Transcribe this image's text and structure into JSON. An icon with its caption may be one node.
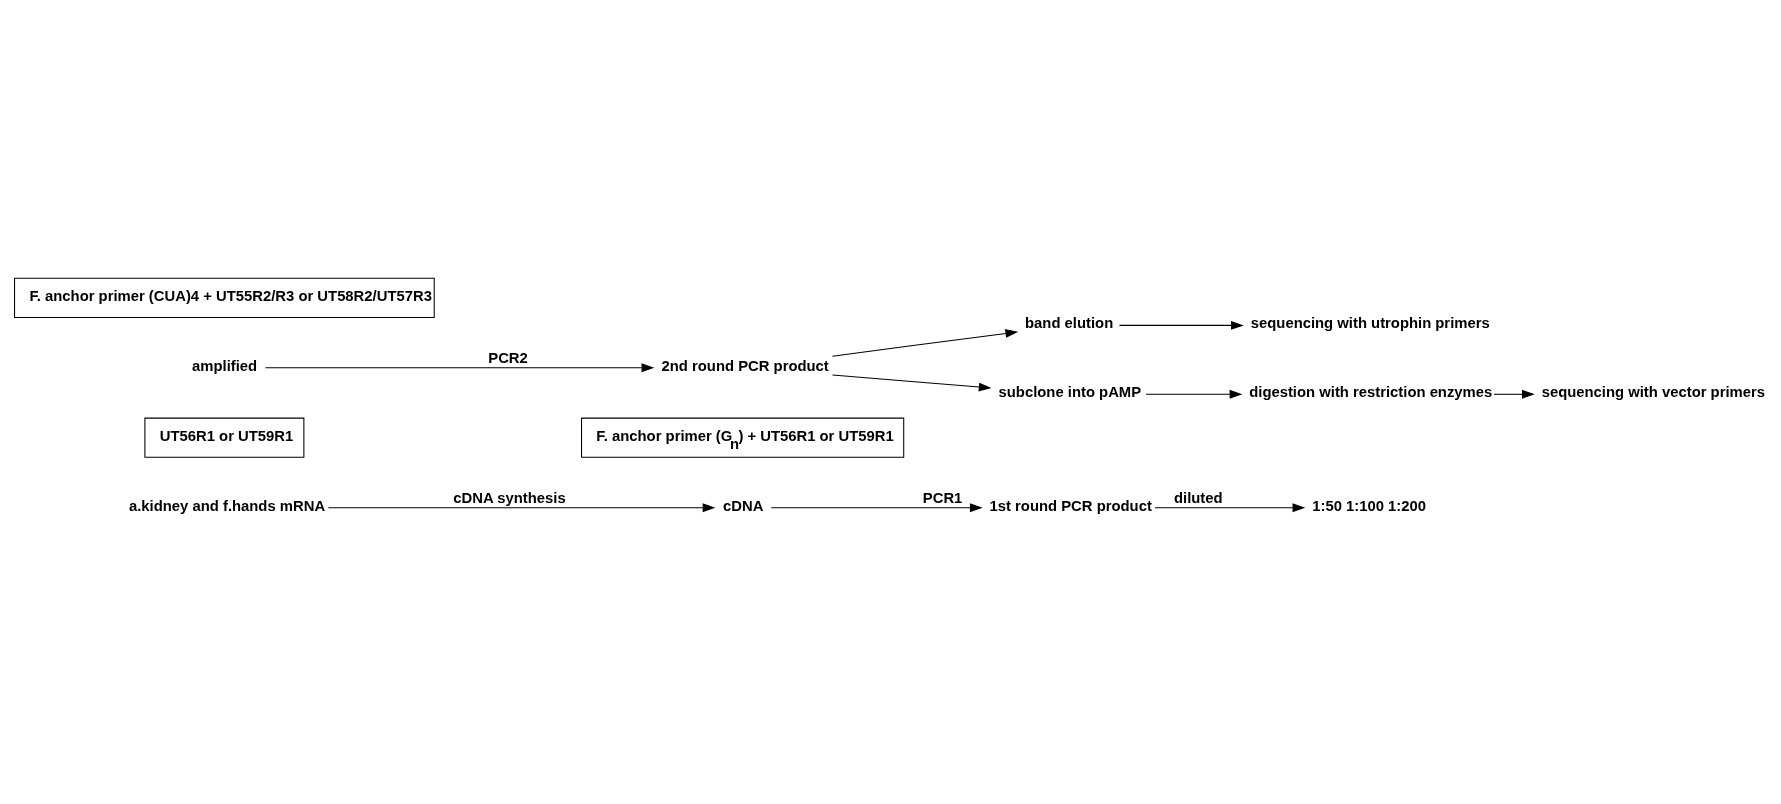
{
  "diagram": {
    "nodes": [
      {
        "text": [
          "a.kidney and f.hands mRNA"
        ]
      },
      {
        "text": [
          "cDNA"
        ]
      },
      {
        "text": [
          "UT56R1 or UT59R1"
        ]
      },
      {
        "text": [
          "F. anchor primer (G$_{n}$) + UT56R1 or UT59R1"
        ]
      },
      {
        "text": [
          "1st round PCR product"
        ]
      },
      {
        "text": [
          "1:50 1:100 1:200"
        ]
      },
      {
        "text": [
          "amplified"
        ]
      },
      {
        "text": [
          "F. anchor primer (CUA)4 + UT55R2/R3 or UT58R2/UT57R3"
        ]
      },
      {
        "text": [
          "2nd round PCR product"
        ]
      },
      {
        "text": [
          "sequencing with utrophin primers"
        ]
      },
      {
        "text": [
          "band elution"
        ]
      },
      {
        "text": [
          "subclone into pAMP"
        ]
      },
      {
        "text": [
          "digestion with restriction enzymes"
        ]
      },
      {
        "text": [
          "sequencing with vector primers"
        ]
      }
    ],
    "edges": [
      {
        "from": 0,
        "to": 1,
        "arrow": "to",
        "label": "cDNA synthesis"
      },
      {
        "from": 1,
        "to": 4,
        "arrow": "to",
        "label": "PCR1"
      },
      {
        "from": 4,
        "to": 5,
        "arrow": "to",
        "label": "diluted"
      },
      {
        "from": 6,
        "to": 8,
        "arrow": "to",
        "label": "PCR2"
      },
      {
        "from": 8,
        "to": 10,
        "arrow": "to"
      },
      {
        "from": 8,
        "to": 11,
        "arrow": "to"
      },
      {
        "from": 10,
        "to": 9,
        "arrow": "to"
      },
      {
        "from": 11,
        "to": 12,
        "arrow": "to"
      },
      {
        "from": 12,
        "to": 13,
        "arrow": "to"
      }
    ]
  }
}
